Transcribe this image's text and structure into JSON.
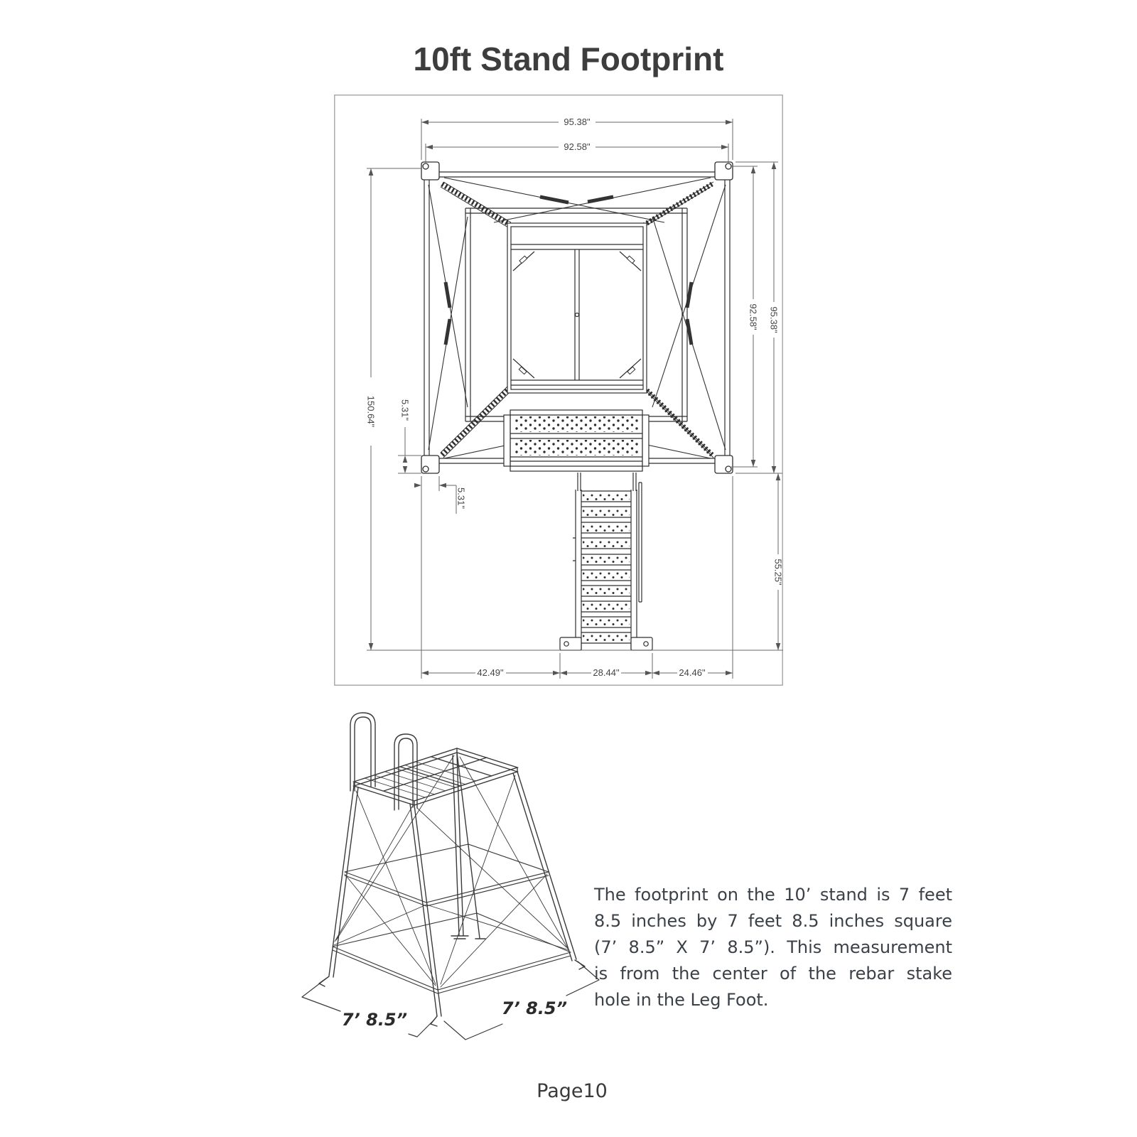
{
  "page": {
    "title": "10ft Stand Footprint",
    "page_label": "Page10"
  },
  "topview": {
    "dims": {
      "width_outer": "95.38\"",
      "width_inner": "92.58\"",
      "height_total": "150.64\"",
      "plate_height": "5.31\"",
      "plate_width": "5.31\"",
      "height_inner_right": "92.58\"",
      "height_outer_right": "95.38\"",
      "stair_extension": "55.25\"",
      "bottom_left": "42.49\"",
      "bottom_center": "28.44\"",
      "bottom_right": "24.46\""
    }
  },
  "isoview": {
    "dim_left": "7’ 8.5”",
    "dim_right": "7’ 8.5”"
  },
  "note": {
    "lines": [
      "The footprint on the 10’ stand is 7 feet",
      "8.5 inches by 7 feet 8.5 inches square",
      "(7’ 8.5” X 7’ 8.5”). This measurement",
      "is from the center of the rebar stake",
      "hole in the Leg Foot."
    ]
  }
}
